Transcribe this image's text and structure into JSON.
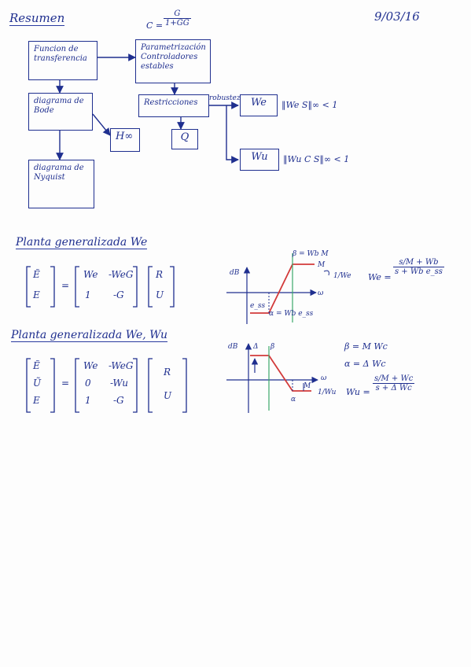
{
  "header": {
    "title": "Resumen",
    "date": "9/03/16",
    "formula_lhs": "C =",
    "formula_num": "G",
    "formula_den": "1+GG"
  },
  "diagram": {
    "funcion_box": "Funcion de transferencia",
    "param_box": "Parametrización Controladores estables",
    "bode_box": "diagrama de Bode",
    "nyquist_box": "diagrama de Nyquist",
    "hinf_box": "H∞",
    "restric_box": "Restricciones",
    "q_box": "Q",
    "robustez_label": "robustez",
    "we_box": "We",
    "wu_box": "Wu",
    "we_cond": "‖We S‖∞ < 1",
    "wu_cond": "‖Wu C S‖∞ < 1"
  },
  "section1": {
    "title": "Planta generalizada We",
    "lhs": [
      "Ẽ",
      "E"
    ],
    "matrix": [
      [
        "We",
        "-WeG"
      ],
      [
        "1",
        "-G"
      ]
    ],
    "rhs": [
      "R",
      "U"
    ],
    "graph": {
      "y_label": "dB",
      "x_label": "ω",
      "beta_label": "β = Wb M",
      "M_label": "M",
      "inv_label": "1/We",
      "ess_label": "e_ss",
      "alpha_label": "α = Wb e_ss"
    },
    "we_eq_lhs": "We =",
    "we_eq_num": "s/M + Wb",
    "we_eq_den": "s + Wb e_ss"
  },
  "section2": {
    "title": "Planta generalizada We, Wu",
    "lhs": [
      "Ẽ",
      "Ũ",
      "E"
    ],
    "matrix": [
      [
        "We",
        "-WeG"
      ],
      [
        "0",
        "-Wu"
      ],
      [
        "1",
        "-G"
      ]
    ],
    "rhs": [
      "R",
      "U"
    ],
    "graph": {
      "y_label": "dB",
      "delta_label": "Δ",
      "beta_label": "β",
      "x_label": "ω",
      "M_label": "M",
      "alpha_label": "α",
      "inv_label": "1/Wu"
    },
    "beta_eq": "β = M Wc",
    "alpha_eq": "α = Δ Wc",
    "wu_eq_lhs": "Wu =",
    "wu_eq_num": "s/M + Wc",
    "wu_eq_den": "s + Δ Wc"
  },
  "colors": {
    "ink": "#1f2f8f",
    "red": "#d23a3a",
    "green": "#3aa86a"
  }
}
